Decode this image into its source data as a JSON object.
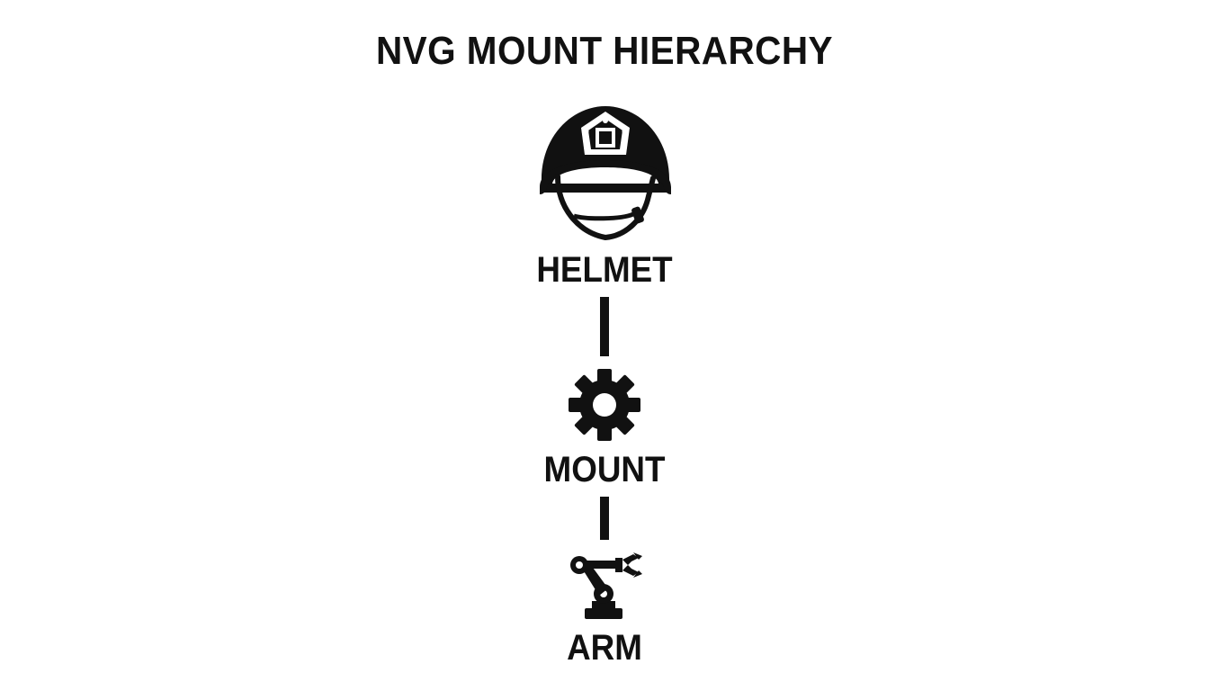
{
  "title": "NVG MOUNT HIERARCHY",
  "nodes": [
    {
      "label": "HELMET",
      "icon": "helmet-icon"
    },
    {
      "label": "MOUNT",
      "icon": "gear-icon"
    },
    {
      "label": "ARM",
      "icon": "robotic-arm-icon"
    }
  ],
  "colors": {
    "background": "#ffffff",
    "foreground": "#111111"
  }
}
